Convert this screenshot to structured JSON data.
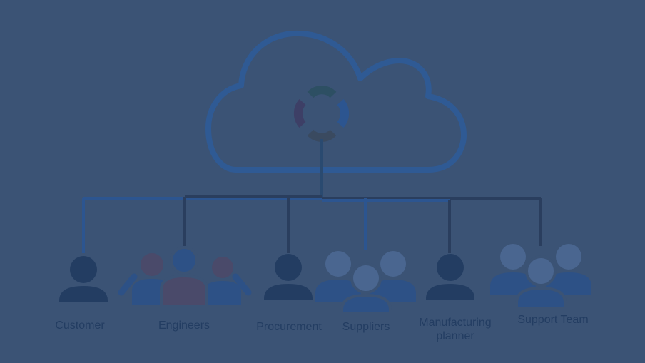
{
  "colors": {
    "background": "#3b5375",
    "cloud": "#2f5a94",
    "label": "#233d62",
    "line_dark": "#2a3e5e",
    "line_blue": "#2c5590",
    "person_dark": "#233d62",
    "person_blue": "#2d5186",
    "person_maroon": "#4a4a6a",
    "person_grey": "#4a6690"
  },
  "hub_icon": "lifebuoy-icon",
  "groups": [
    {
      "label": "Customer"
    },
    {
      "label": "Engineers"
    },
    {
      "label": "Procurement"
    },
    {
      "label": "Suppliers"
    },
    {
      "label": "Manufacturing planner"
    },
    {
      "label": "Support Team"
    }
  ]
}
